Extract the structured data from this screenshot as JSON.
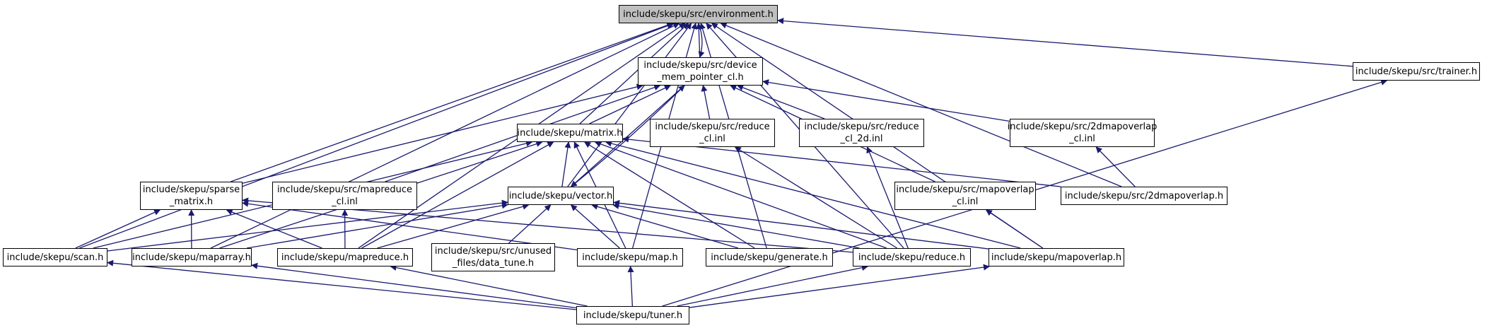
{
  "diagram": {
    "type": "include-dependency-graph",
    "edge_color": "#191970",
    "root_fill": "#bfbfbf",
    "nodes": [
      {
        "id": "env",
        "lines": [
          "include/skepu/src/environment.h"
        ],
        "root": true
      },
      {
        "id": "devmem",
        "lines": [
          "include/skepu/src/device",
          "_mem_pointer_cl.h"
        ]
      },
      {
        "id": "trainer",
        "lines": [
          "include/skepu/src/trainer.h"
        ]
      },
      {
        "id": "matrix",
        "lines": [
          "include/skepu/matrix.h"
        ]
      },
      {
        "id": "reducecl",
        "lines": [
          "include/skepu/src/reduce",
          "_cl.inl"
        ]
      },
      {
        "id": "reducecl2d",
        "lines": [
          "include/skepu/src/reduce",
          "_cl_2d.inl"
        ]
      },
      {
        "id": "map2dcl",
        "lines": [
          "include/skepu/src/2dmapoverlap",
          "_cl.inl"
        ]
      },
      {
        "id": "sparse",
        "lines": [
          "include/skepu/sparse",
          "_matrix.h"
        ]
      },
      {
        "id": "mapredcl",
        "lines": [
          "include/skepu/src/mapreduce",
          "_cl.inl"
        ]
      },
      {
        "id": "vector",
        "lines": [
          "include/skepu/vector.h"
        ]
      },
      {
        "id": "mapovcl",
        "lines": [
          "include/skepu/src/mapoverlap",
          "_cl.inl"
        ]
      },
      {
        "id": "map2d",
        "lines": [
          "include/skepu/src/2dmapoverlap.h"
        ]
      },
      {
        "id": "scan",
        "lines": [
          "include/skepu/scan.h"
        ]
      },
      {
        "id": "maparray",
        "lines": [
          "include/skepu/maparray.h"
        ]
      },
      {
        "id": "mapreduce",
        "lines": [
          "include/skepu/mapreduce.h"
        ]
      },
      {
        "id": "datatune",
        "lines": [
          "include/skepu/src/unused",
          "_files/data_tune.h"
        ]
      },
      {
        "id": "map",
        "lines": [
          "include/skepu/map.h"
        ]
      },
      {
        "id": "generate",
        "lines": [
          "include/skepu/generate.h"
        ]
      },
      {
        "id": "reduce",
        "lines": [
          "include/skepu/reduce.h"
        ]
      },
      {
        "id": "mapoverlap",
        "lines": [
          "include/skepu/mapoverlap.h"
        ]
      },
      {
        "id": "tuner",
        "lines": [
          "include/skepu/tuner.h"
        ]
      }
    ],
    "edges": [
      {
        "from": "devmem",
        "to": "env"
      },
      {
        "from": "env",
        "to": "devmem"
      },
      {
        "from": "trainer",
        "to": "env"
      },
      {
        "from": "matrix",
        "to": "env"
      },
      {
        "from": "vector",
        "to": "env"
      },
      {
        "from": "sparse",
        "to": "env"
      },
      {
        "from": "scan",
        "to": "env"
      },
      {
        "from": "maparray",
        "to": "env"
      },
      {
        "from": "mapreduce",
        "to": "env"
      },
      {
        "from": "map",
        "to": "env"
      },
      {
        "from": "reduce",
        "to": "env"
      },
      {
        "from": "mapoverlap",
        "to": "env"
      },
      {
        "from": "map2d",
        "to": "env"
      },
      {
        "from": "generate",
        "to": "env"
      },
      {
        "from": "matrix",
        "to": "devmem"
      },
      {
        "from": "reducecl",
        "to": "devmem"
      },
      {
        "from": "reducecl2d",
        "to": "devmem"
      },
      {
        "from": "map2dcl",
        "to": "devmem"
      },
      {
        "from": "sparse",
        "to": "devmem"
      },
      {
        "from": "mapredcl",
        "to": "devmem"
      },
      {
        "from": "vector",
        "to": "devmem"
      },
      {
        "from": "devmem",
        "to": "vector"
      },
      {
        "from": "mapovcl",
        "to": "devmem"
      },
      {
        "from": "vector",
        "to": "matrix"
      },
      {
        "from": "scan",
        "to": "matrix"
      },
      {
        "from": "maparray",
        "to": "matrix"
      },
      {
        "from": "mapreduce",
        "to": "matrix"
      },
      {
        "from": "map",
        "to": "matrix"
      },
      {
        "from": "generate",
        "to": "matrix"
      },
      {
        "from": "reduce",
        "to": "matrix"
      },
      {
        "from": "mapoverlap",
        "to": "matrix"
      },
      {
        "from": "map2d",
        "to": "matrix"
      },
      {
        "from": "scan",
        "to": "sparse"
      },
      {
        "from": "maparray",
        "to": "sparse"
      },
      {
        "from": "mapreduce",
        "to": "sparse"
      },
      {
        "from": "map",
        "to": "sparse"
      },
      {
        "from": "reduce",
        "to": "sparse"
      },
      {
        "from": "mapreduce",
        "to": "mapredcl"
      },
      {
        "from": "scan",
        "to": "vector"
      },
      {
        "from": "maparray",
        "to": "vector"
      },
      {
        "from": "mapreduce",
        "to": "vector"
      },
      {
        "from": "datatune",
        "to": "vector"
      },
      {
        "from": "map",
        "to": "vector"
      },
      {
        "from": "generate",
        "to": "vector"
      },
      {
        "from": "reduce",
        "to": "vector"
      },
      {
        "from": "mapoverlap",
        "to": "vector"
      },
      {
        "from": "reduce",
        "to": "reducecl"
      },
      {
        "from": "reduce",
        "to": "reducecl2d"
      },
      {
        "from": "mapoverlap",
        "to": "mapovcl"
      },
      {
        "from": "map2d",
        "to": "map2dcl"
      },
      {
        "from": "tuner",
        "to": "trainer"
      },
      {
        "from": "tuner",
        "to": "scan"
      },
      {
        "from": "tuner",
        "to": "maparray"
      },
      {
        "from": "tuner",
        "to": "mapreduce"
      },
      {
        "from": "tuner",
        "to": "map"
      },
      {
        "from": "tuner",
        "to": "reduce"
      },
      {
        "from": "tuner",
        "to": "mapoverlap"
      }
    ]
  }
}
